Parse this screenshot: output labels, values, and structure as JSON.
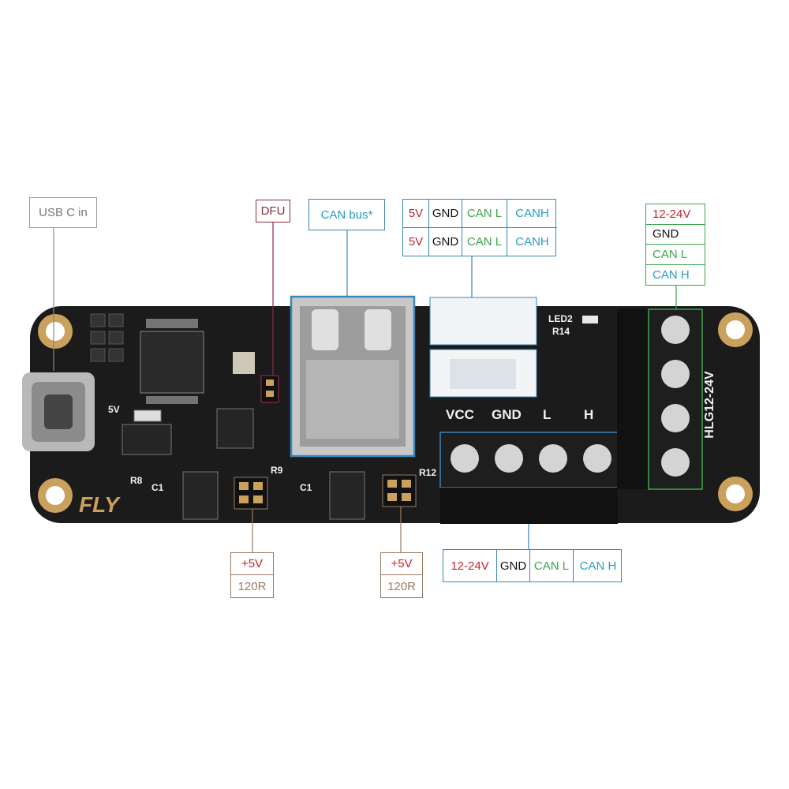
{
  "labels": {
    "usb_c_in": "USB C in",
    "dfu": "DFU",
    "can_bus": "CAN bus*",
    "jst_rows": [
      [
        "5V",
        "GND",
        "CAN L",
        "CANH"
      ],
      [
        "5V",
        "GND",
        "CAN L",
        "CANH"
      ]
    ],
    "right_terminal": [
      "12-24V",
      "GND",
      "CAN L",
      "CAN H"
    ],
    "jumper_left": [
      "+5V",
      "120R"
    ],
    "jumper_right": [
      "+5V",
      "120R"
    ],
    "bottom_terminal": [
      "12-24V",
      "GND",
      "CAN L",
      "CAN H"
    ]
  },
  "silkscreen": {
    "brand": "FLY",
    "vcc": "VCC",
    "gnd": "GND",
    "l": "L",
    "h": "H",
    "led2": "LED2",
    "r14": "R14",
    "r8": "R8",
    "r9": "R9",
    "r12": "R12",
    "c1": "C1",
    "c1b": "C1",
    "v5": "5V",
    "side_label": "HLG12-24V"
  },
  "colors": {
    "board": "#1b1b1b",
    "pad_gold": "#c9a15c",
    "red": "#c0262d",
    "green": "#3aa64a",
    "blue": "#2a9bc0",
    "tan": "#9a7a62",
    "dfu_line": "#8a2b3c",
    "usb_line": "#888888"
  }
}
